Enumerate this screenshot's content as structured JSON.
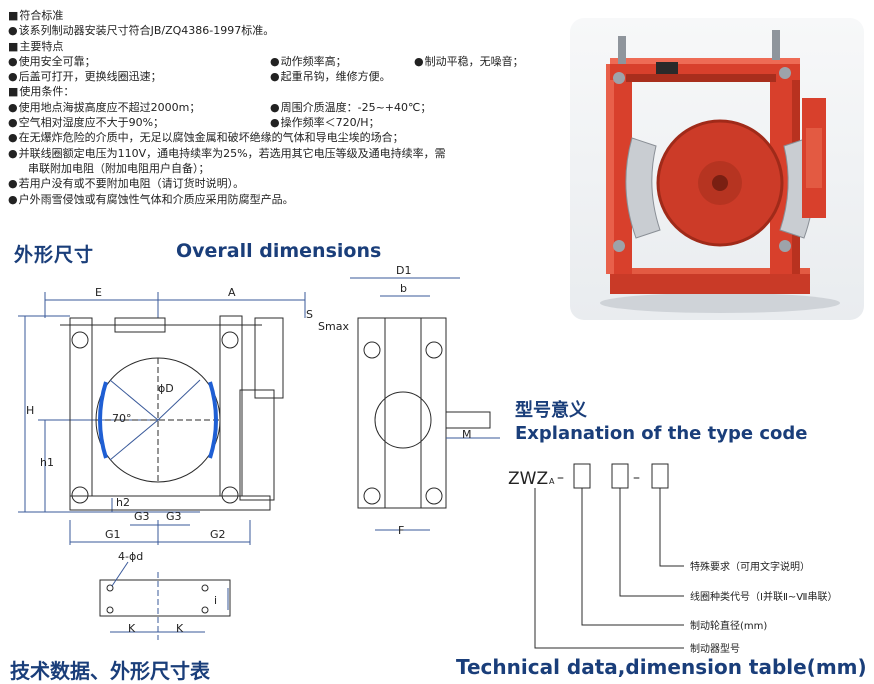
{
  "specs": {
    "sec1_title": "符合标准",
    "sec1_item1": "该系列制动器安装尺寸符合JB/ZQ4386-1997标准。",
    "sec2_title": "主要特点",
    "sec2_r1c1": "使用安全可靠；",
    "sec2_r1c2": "动作频率高；",
    "sec2_r1c3": "制动平稳，无噪音；",
    "sec2_r2c1": "后盖可打开，更换线圈迅速；",
    "sec2_r2c2": "起重吊钩，维修方便。",
    "sec3_title": "使用条件：",
    "sec3_r1c1": "使用地点海拔高度应不超过2000m；",
    "sec3_r1c2": "周围介质温度：-25~+40℃；",
    "sec3_r2c1": "空气相对湿度应不大于90%；",
    "sec3_r2c2": "操作频率＜720/H；",
    "sec3_r3": "在无爆炸危险的介质中，无足以腐蚀金属和破坏绝缘的气体和导电尘埃的场合；",
    "sec3_r4": "并联线圈额定电压为110V，通电持续率为25%，若选用其它电压等级及通电持续率，需",
    "sec3_r4b": "串联附加电阻（附加电阻用户自备）；",
    "sec3_r5": "若用户没有或不要附加电阻（请订货时说明）。",
    "sec3_r6": "户外雨雪侵蚀或有腐蚀性气体和介质应采用防腐型产品。"
  },
  "headings": {
    "dims_cn": "外形尺寸",
    "dims_en": "Overall dimensions",
    "type_cn": "型号意义",
    "type_en": "Explanation of the type code",
    "table_cn": "技术数据、外形尺寸表",
    "table_en": "Technical data,dimension table(mm)"
  },
  "drawing": {
    "E": "E",
    "A": "A",
    "S": "S",
    "Smax": "Smax",
    "D": "ϕD",
    "angle": "70°",
    "H": "H",
    "h1": "h1",
    "h2": "h2",
    "G1": "G1",
    "G2": "G2",
    "G3a": "G3",
    "G3b": "G3",
    "D1": "D1",
    "b": "b",
    "M": "M",
    "F": "F",
    "holes": "4-ϕd",
    "Ka": "K",
    "Kb": "K",
    "i": "i"
  },
  "type_code": {
    "prefix": "ZWZ",
    "sub": "A",
    "dash1": "–",
    "dash2": "–",
    "label1": "特殊要求（可用文字说明）",
    "label2": "线圈种类代号（Ⅰ并联Ⅱ~Ⅶ串联）",
    "label3": "制动轮直径(mm)",
    "label4": "制动器型号"
  },
  "colors": {
    "heading": "#1a3e7a",
    "brake_red": "#d8402c"
  }
}
